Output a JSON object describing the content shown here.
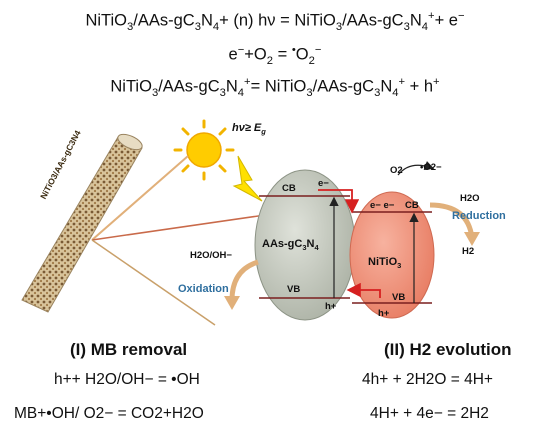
{
  "equations_top": [
    {
      "parts": [
        "NiTiO",
        "3",
        "/AAs-gC",
        "3",
        "N",
        "4",
        "+ (n) hν = NiTiO",
        "3",
        "/AAs-gC",
        "3",
        "N",
        "4",
        "+",
        "+ e",
        "−"
      ]
    },
    {
      "parts": [
        "e",
        "−",
        "+O",
        "2",
        " = ",
        "•",
        "O",
        "2",
        "−"
      ]
    },
    {
      "parts": [
        "NiTiO",
        "3",
        "/AAs-gC",
        "3",
        "N",
        "4",
        "+",
        "= NiTiO",
        "3",
        "/AAs-gC",
        "3",
        "N",
        "4",
        "+",
        " + h",
        "+"
      ]
    }
  ],
  "light": {
    "label": "hν≥ E",
    "sub": "g"
  },
  "rod": {
    "label": "NiTiO3/AAs-gC3N4"
  },
  "gcn": {
    "cb": "CB",
    "vb": "VB",
    "name": "AAs-gC",
    "name_sub1": "3",
    "name_mid": "N",
    "name_sub2": "4",
    "electron": "e−",
    "hole": "h+"
  },
  "nto": {
    "cb": "CB",
    "vb": "VB",
    "name": "NiTiO",
    "name_sub": "3",
    "electrons": "e−  e−",
    "hole": "h+"
  },
  "reduction": {
    "o2": "O2",
    "o2_radical": "•O2−",
    "h2o": "H2O",
    "label": "Reduction",
    "h2": "H2"
  },
  "oxidation": {
    "reactant": "H2O/OH−",
    "label": "Oxidation"
  },
  "section1": {
    "title": "(I) MB removal",
    "eq1": "h++ H2O/OH− = •OH",
    "eq2": "MB+•OH/ O2− = CO2+H2O"
  },
  "section2": {
    "title": "(II) H2 evolution",
    "eq1": "4h+ + 2H2O = 4H+",
    "eq2": "4H+ + 4e− = 2H2"
  },
  "colors": {
    "gcn": "#bfc3b8",
    "nto": "#ee8a72",
    "arrow_red": "#d62020",
    "arrow_tan": "#e1b07a",
    "bolt": "#ffe000",
    "sun": "#ffcc00",
    "rod": "#d9c8a4",
    "text_blue": "#2f6f9f"
  }
}
